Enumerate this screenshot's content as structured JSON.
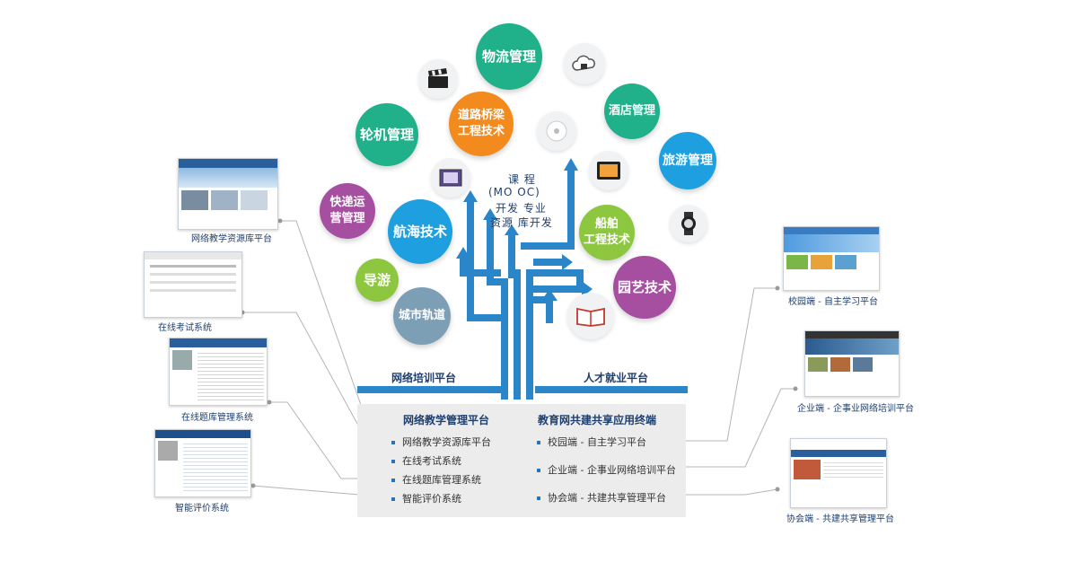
{
  "bubbles": {
    "wuliu": "物流管理",
    "daolu": "道路桥梁 工程技术",
    "jiudian": "酒店管理",
    "lunji": "轮机管理",
    "lvyou": "旅游管理",
    "kuaidi": "快递运 营管理",
    "hanghai": "航海技术",
    "chuanbo": "船舶 工程技术",
    "daoyou": "导游",
    "yuanyi": "园艺技术",
    "chengshi": "城市轨道"
  },
  "mooc": {
    "line1": "课   程",
    "line2": "(MO  OC)",
    "line3": "开发  专业",
    "line4": "资源  库开发"
  },
  "bars": {
    "left": "网络培训平台",
    "right": "人才就业平台"
  },
  "panel": {
    "left_title": "网络教学管理平台",
    "right_title": "教育网共建共享应用终端",
    "left_items": [
      "网络教学资源库平台",
      "在线考试系统",
      "在线题库管理系统",
      "智能评价系统"
    ],
    "right_items": [
      "校园端 - 自主学习平台",
      "企业端 - 企事业网络培训平台",
      "协会端 - 共建共享管理平台"
    ]
  },
  "thumbs": {
    "left": [
      "网络教学资源库平台",
      "在线考试系统",
      "在线题库管理系统",
      "智能评价系统"
    ],
    "right": [
      "校园端 - 自主学习平台",
      "企业端 - 企事业网络培训平台",
      "协会端 - 共建共享管理平台"
    ]
  },
  "colors": {
    "blue": "#2a86c8",
    "purple": "#a64ea0",
    "green": "#8dc63f",
    "teal": "#20b08a",
    "orange": "#f28a1e",
    "skyblue": "#1e9fe0",
    "slate": "#7d9fb5",
    "panel": "#ececec"
  },
  "icons": [
    "film-clapper-icon",
    "cloud-icon",
    "disc-icon",
    "film-strip-icon",
    "tablet-icon",
    "watch-icon",
    "book-icon"
  ]
}
